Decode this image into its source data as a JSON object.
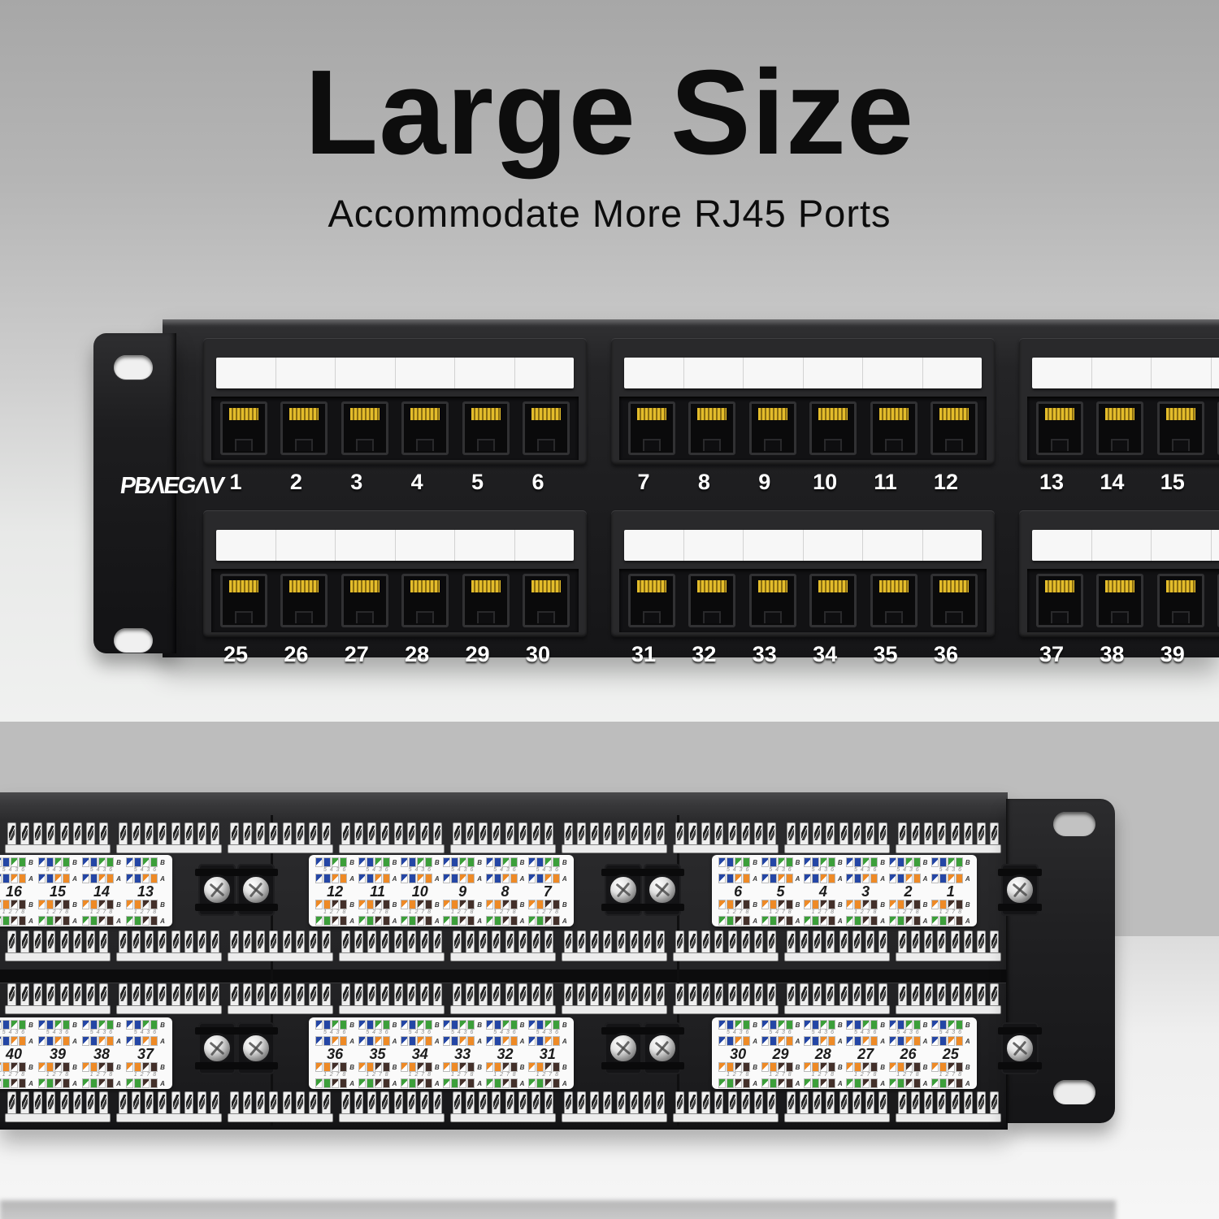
{
  "header": {
    "title": "Large Size",
    "subtitle": "Accommodate More RJ45 Ports"
  },
  "front": {
    "brand": "PBΛEGΛV",
    "rows": [
      {
        "groups": [
          {
            "ports": [
              "1",
              "2",
              "3",
              "4",
              "5",
              "6"
            ],
            "partial_jacks": 0
          },
          {
            "ports": [
              "7",
              "8",
              "9",
              "10",
              "11",
              "12"
            ],
            "partial_jacks": 0
          },
          {
            "ports": [
              "13",
              "14",
              "15"
            ],
            "partial_jacks": 1
          }
        ]
      },
      {
        "groups": [
          {
            "ports": [
              "25",
              "26",
              "27",
              "28",
              "29",
              "30"
            ],
            "partial_jacks": 0
          },
          {
            "ports": [
              "31",
              "32",
              "33",
              "34",
              "35",
              "36"
            ],
            "partial_jacks": 0
          },
          {
            "ports": [
              "37",
              "38",
              "39"
            ],
            "partial_jacks": 1
          }
        ]
      }
    ]
  },
  "rear": {
    "rows": [
      {
        "stickers": [
          {
            "ports": [
              "16",
              "15",
              "14",
              "13"
            ],
            "clipped_left": true
          },
          {
            "ports": [
              "12",
              "11",
              "10",
              "9",
              "8",
              "7"
            ],
            "clipped_left": false
          },
          {
            "ports": [
              "6",
              "5",
              "4",
              "3",
              "2",
              "1"
            ],
            "clipped_left": false
          }
        ]
      },
      {
        "stickers": [
          {
            "ports": [
              "40",
              "39",
              "38",
              "37"
            ],
            "clipped_left": true
          },
          {
            "ports": [
              "36",
              "35",
              "34",
              "33",
              "32",
              "31"
            ],
            "clipped_left": false
          },
          {
            "ports": [
              "30",
              "29",
              "28",
              "27",
              "26",
              "25"
            ],
            "clipped_left": false
          }
        ]
      }
    ],
    "wiring": {
      "b_label": "B",
      "a_label": "A",
      "top_pins": "5 4 3 6",
      "bottom_pins": "1 2 7 8",
      "top_b": [
        "wb",
        "b",
        "wg",
        "g"
      ],
      "top_a": [
        "wb",
        "b",
        "wo",
        "o"
      ],
      "bottom_b": [
        "wo",
        "o",
        "wbr",
        "br"
      ],
      "bottom_a": [
        "wg",
        "g",
        "wbr",
        "br"
      ]
    },
    "palette": {
      "b": "#2446a5",
      "g": "#3c9f3a",
      "o": "#ee8a26",
      "br": "#43302a",
      "w": "#ffffff"
    }
  }
}
